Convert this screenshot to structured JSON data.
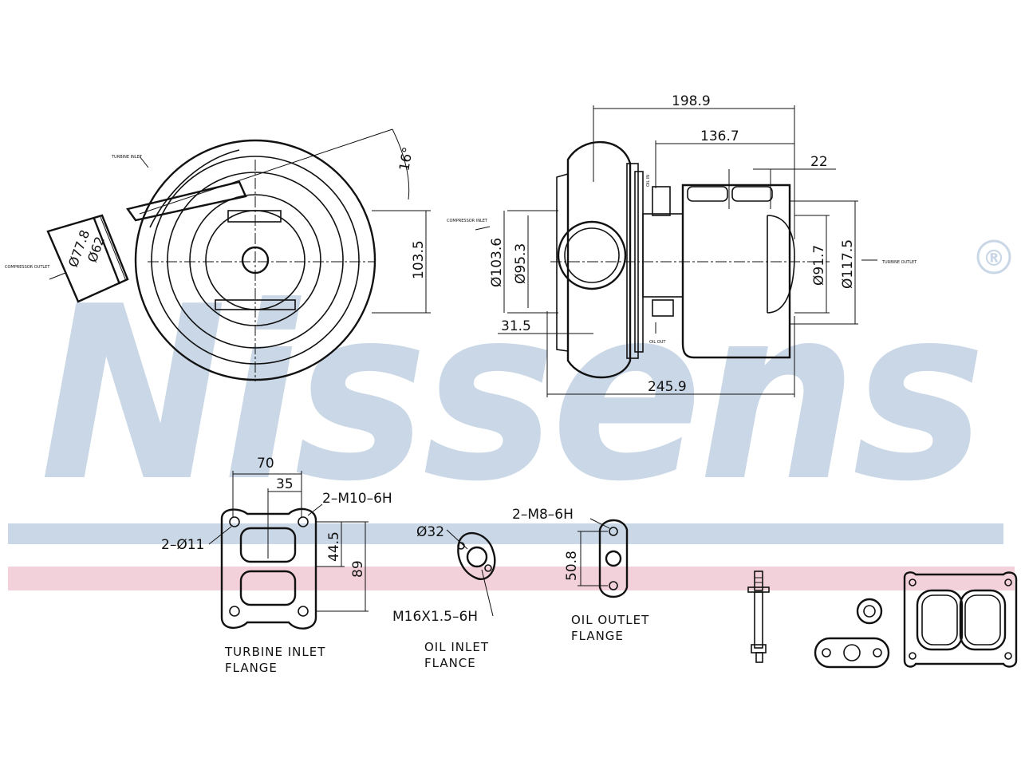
{
  "brand": {
    "watermark": "Nissens",
    "registered_mark": "®",
    "color_blue": "#c9d7e6",
    "color_pink": "#f3d1da"
  },
  "front_view": {
    "angle": "16°",
    "height": "103.5",
    "dia_a": "Ø77.8",
    "dia_b": "Ø62",
    "turbine_inlet_label": "TURBINE INLET",
    "compressor_outlet_label": "COMPRESSOR OUTLET"
  },
  "side_view": {
    "overall_top": "198.9",
    "top_mid": "136.7",
    "top_right": "22",
    "left_dia_outer": "Ø103.6",
    "left_dia_inner": "Ø95.3",
    "left_offset": "31.5",
    "overall_bottom": "245.9",
    "right_dia_inner": "Ø91.7",
    "right_dia_outer": "Ø117.5",
    "compressor_inlet_label": "COMPRESSOR INLET",
    "turbine_outlet_label": "TURBINE OUTLET",
    "oil_in_label": "OIL IN",
    "oil_out_label": "OIL OUT"
  },
  "turbine_flange": {
    "width": "70",
    "half_width": "35",
    "thread": "2–M10–6H",
    "holes": "2–Ø11",
    "spacing": "44.5",
    "height": "89",
    "caption_1": "TURBINE  INLET",
    "caption_2": "FLANGE"
  },
  "oil_inlet_flange": {
    "dia": "Ø32",
    "thread": "M16X1.5–6H",
    "caption_1": "OIL  INLET",
    "caption_2": "FLANCE"
  },
  "oil_outlet_flange": {
    "thread": "2–M8–6H",
    "spacing": "50.8",
    "caption_1": "OIL  OUTLET",
    "caption_2": "FLANGE"
  }
}
